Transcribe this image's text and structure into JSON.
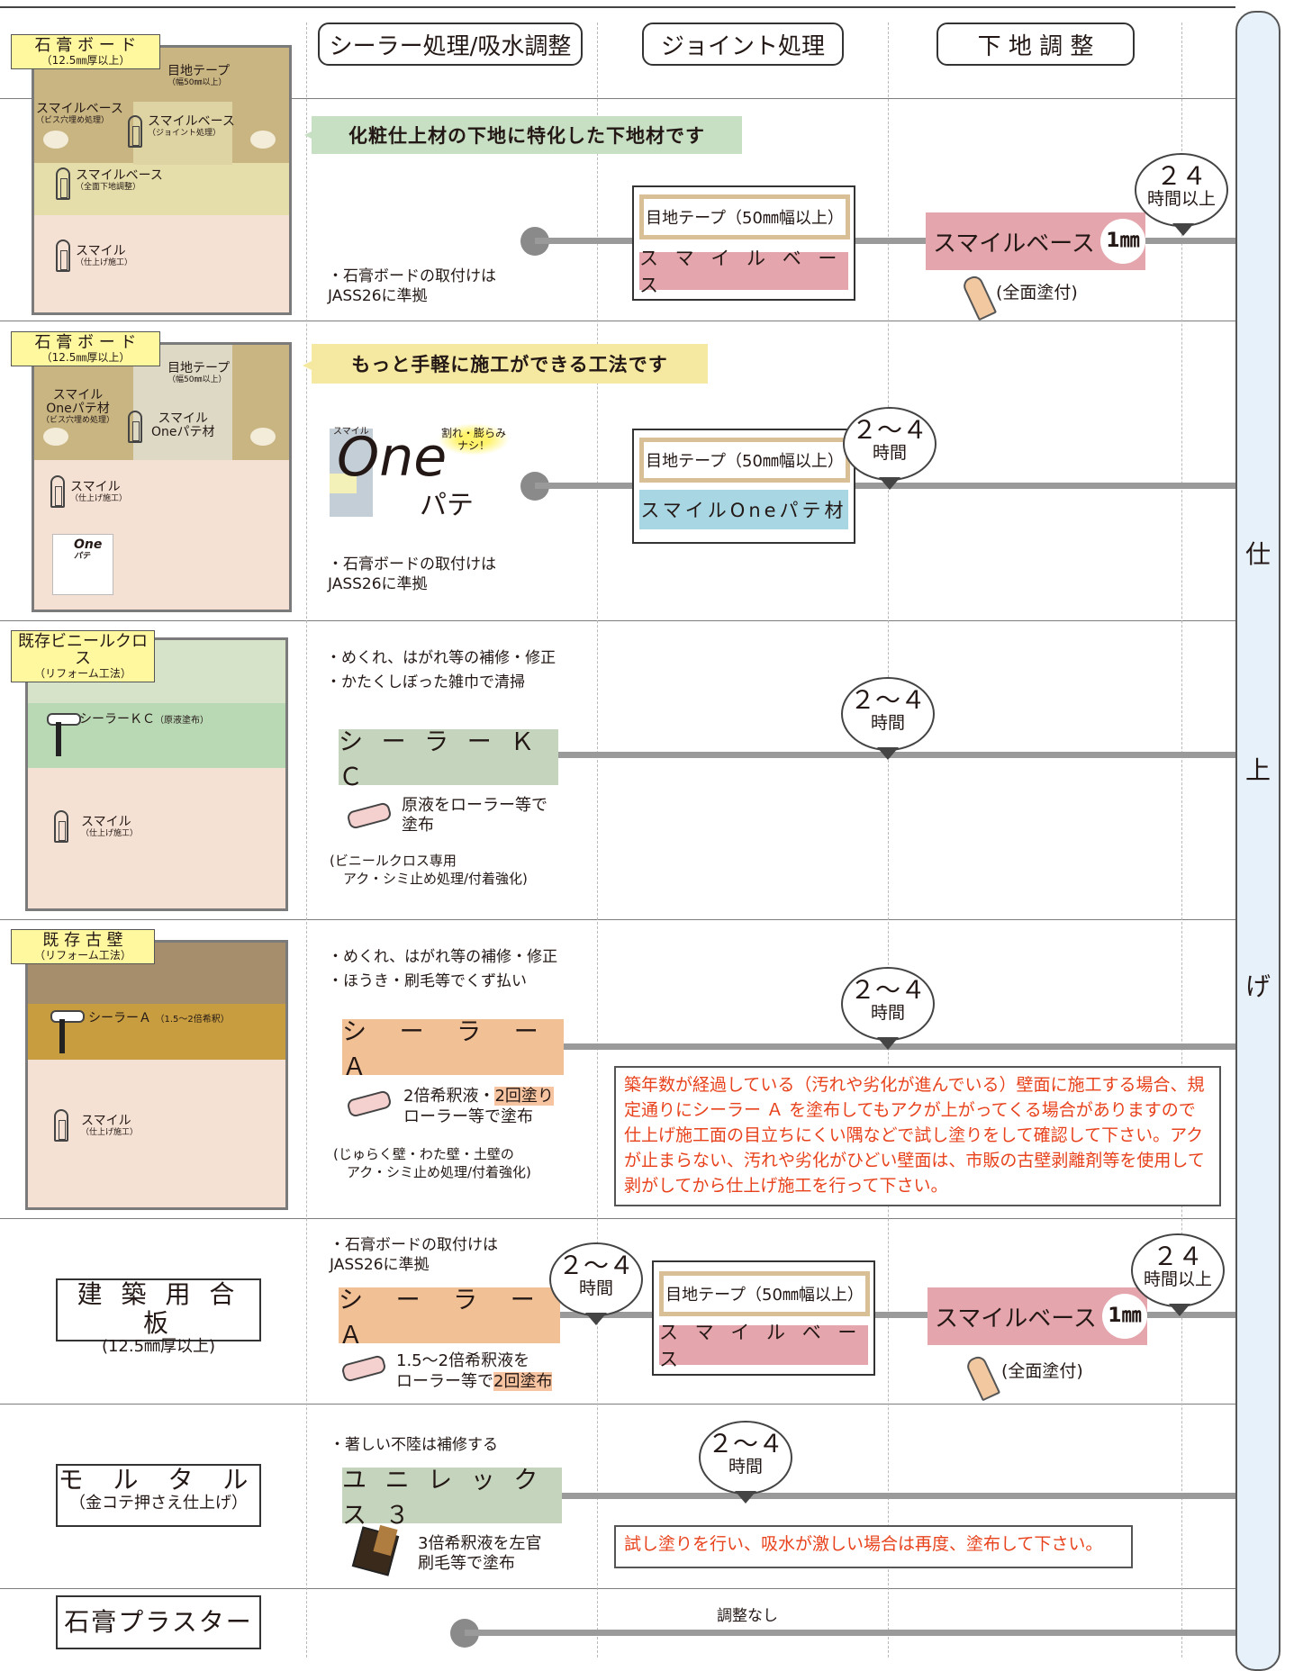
{
  "headers": [
    "シーラー処理/吸水調整",
    "ジョイント処理",
    "下 地 調 整"
  ],
  "finish_label": [
    "仕",
    "上",
    "げ"
  ],
  "rows": {
    "r1": {
      "tag": "石 膏 ボ ー ド",
      "tag_sub": "（12.5㎜厚以上）",
      "labels": {
        "tape": "目地テープ",
        "tape_sub": "（幅50㎜以上）",
        "sb1": "スマイルベース",
        "sb1_sub": "（ビス穴埋め処理）",
        "sb2": "スマイルベース",
        "sb2_sub": "（ジョイント処理）",
        "sb3": "スマイルベース",
        "sb3_sub": "（全面下地調整）",
        "sm": "スマイル",
        "sm_sub": "（仕上げ施工）"
      },
      "banner": "化粧仕上材の下地に特化した下地材です",
      "note": "・石膏ボードの取付けは\nJASS26に準拠",
      "joint_top": "目地テープ（50㎜幅以上）",
      "joint_bottom": "ス マ イ ル ベ ー ス",
      "base": "スマイルベース",
      "base_mm": "1㎜",
      "bubble_num": "２４",
      "bubble_unit": "時間以上",
      "base_note": "(全面塗付)"
    },
    "r2": {
      "tag": "石 膏 ボ ー ド",
      "tag_sub": "（12.5㎜厚以上）",
      "labels": {
        "tape": "目地テープ",
        "tape_sub": "（幅50㎜以上）",
        "one1": "スマイル\nOneパテ材",
        "one1_sub": "（ビス穴埋め処理）",
        "one2": "スマイル\nOneパテ材",
        "sm": "スマイル",
        "sm_sub": "（仕上げ施工）",
        "logo": "One",
        "logo_sub": "パテ"
      },
      "banner": "もっと手軽に施工ができる工法です",
      "logo_small": "スマイル",
      "logo_main": "One",
      "logo_pate": "パテ",
      "logo_badge": "割れ・膨らみ\nナシ！",
      "note": "・石膏ボードの取付けは\nJASS26に準拠",
      "joint_top": "目地テープ（50㎜幅以上）",
      "joint_bottom": "スマイルOneパテ材",
      "bubble_num": "２～４",
      "bubble_unit": "時間"
    },
    "r3": {
      "tag": "既存ビニールクロス",
      "tag_sub": "（リフォーム工法）",
      "labels": {
        "kc": "シーラーＫＣ",
        "kc_sub": "（原液塗布）",
        "sm": "スマイル",
        "sm_sub": "（仕上げ施工）"
      },
      "note": "・めくれ、はがれ等の補修・修正\n・かたくしぼった雑巾で清掃",
      "sealer": "シ ー ラ ー Ｋ Ｃ",
      "roller_text": "原液をローラー等で\n塗布",
      "foot": "(ビニールクロス専用\n　アク・シミ止め処理/付着強化)",
      "bubble_num": "２～４",
      "bubble_unit": "時間"
    },
    "r4": {
      "tag": "既 存 古 壁",
      "tag_sub": "（リフォーム工法）",
      "labels": {
        "sa": "シーラーＡ",
        "sa_sub": "（1.5～2倍希釈）",
        "sm": "スマイル",
        "sm_sub": "（仕上げ施工）"
      },
      "note": "・めくれ、はがれ等の補修・修正\n・ほうき・刷毛等でくず払い",
      "sealer": "シ ー ラ ー Ａ",
      "roller_a": "2倍希釈液・",
      "roller_b": "2回塗り",
      "roller_c": "ローラー等で塗布",
      "foot": "(じゅらく壁・わた壁・土壁の\n　アク・シミ止め処理/付着強化)",
      "bubble_num": "２～４",
      "bubble_unit": "時間",
      "warning": "築年数が経過している（汚れや劣化が進んでいる）壁面に施工する場合、規定通りにシーラー Ａ を塗布してもアクが上がってくる場合がありますので仕上げ施工面の目立ちにくい隅などで試し塗りをして確認して下さい。アクが止まらない、汚れや劣化がひどい壁面は、市販の古壁剥離剤等を使用して剥がしてから仕上げ施工を行って下さい。"
    },
    "r5": {
      "name": "建 築 用 合 板",
      "name_sub": "(12.5㎜厚以上)",
      "note": "・石膏ボードの取付けは\nJASS26に準拠",
      "sealer": "シ ー ラ ー Ａ",
      "roller_a": "1.5～2倍希釈液を",
      "roller_b": "ローラー等で",
      "roller_c": "2回塗布",
      "bubble1_num": "２～４",
      "bubble1_unit": "時間",
      "joint_top": "目地テープ（50㎜幅以上）",
      "joint_bottom": "ス マ イ ル ベ ー ス",
      "base": "スマイルベース",
      "base_mm": "1㎜",
      "bubble2_num": "２４",
      "bubble2_unit": "時間以上",
      "base_note": "(全面塗付)"
    },
    "r6": {
      "name": "モ ル タ ル",
      "name_sub": "（金コテ押さえ仕上げ）",
      "note": "・著しい不陸は補修する",
      "sealer": "ユ ニ レ ッ ク ス ３",
      "brush_text": "3倍希釈液を左官\n刷毛等で塗布",
      "bubble_num": "２～４",
      "bubble_unit": "時間",
      "warning": "試し塗りを行い、吸水が激しい場合は再度、塗布して下さい。"
    },
    "r7": {
      "name": "石膏プラスター",
      "note": "調整なし"
    }
  },
  "colors": {
    "pink": "#e4a5ac",
    "blue": "#a8d7e3",
    "green": "#c5d5bd",
    "orange": "#f2c095",
    "banner": "#c7dfc3",
    "tag": "#fff89f",
    "warning": "#e8421c"
  }
}
